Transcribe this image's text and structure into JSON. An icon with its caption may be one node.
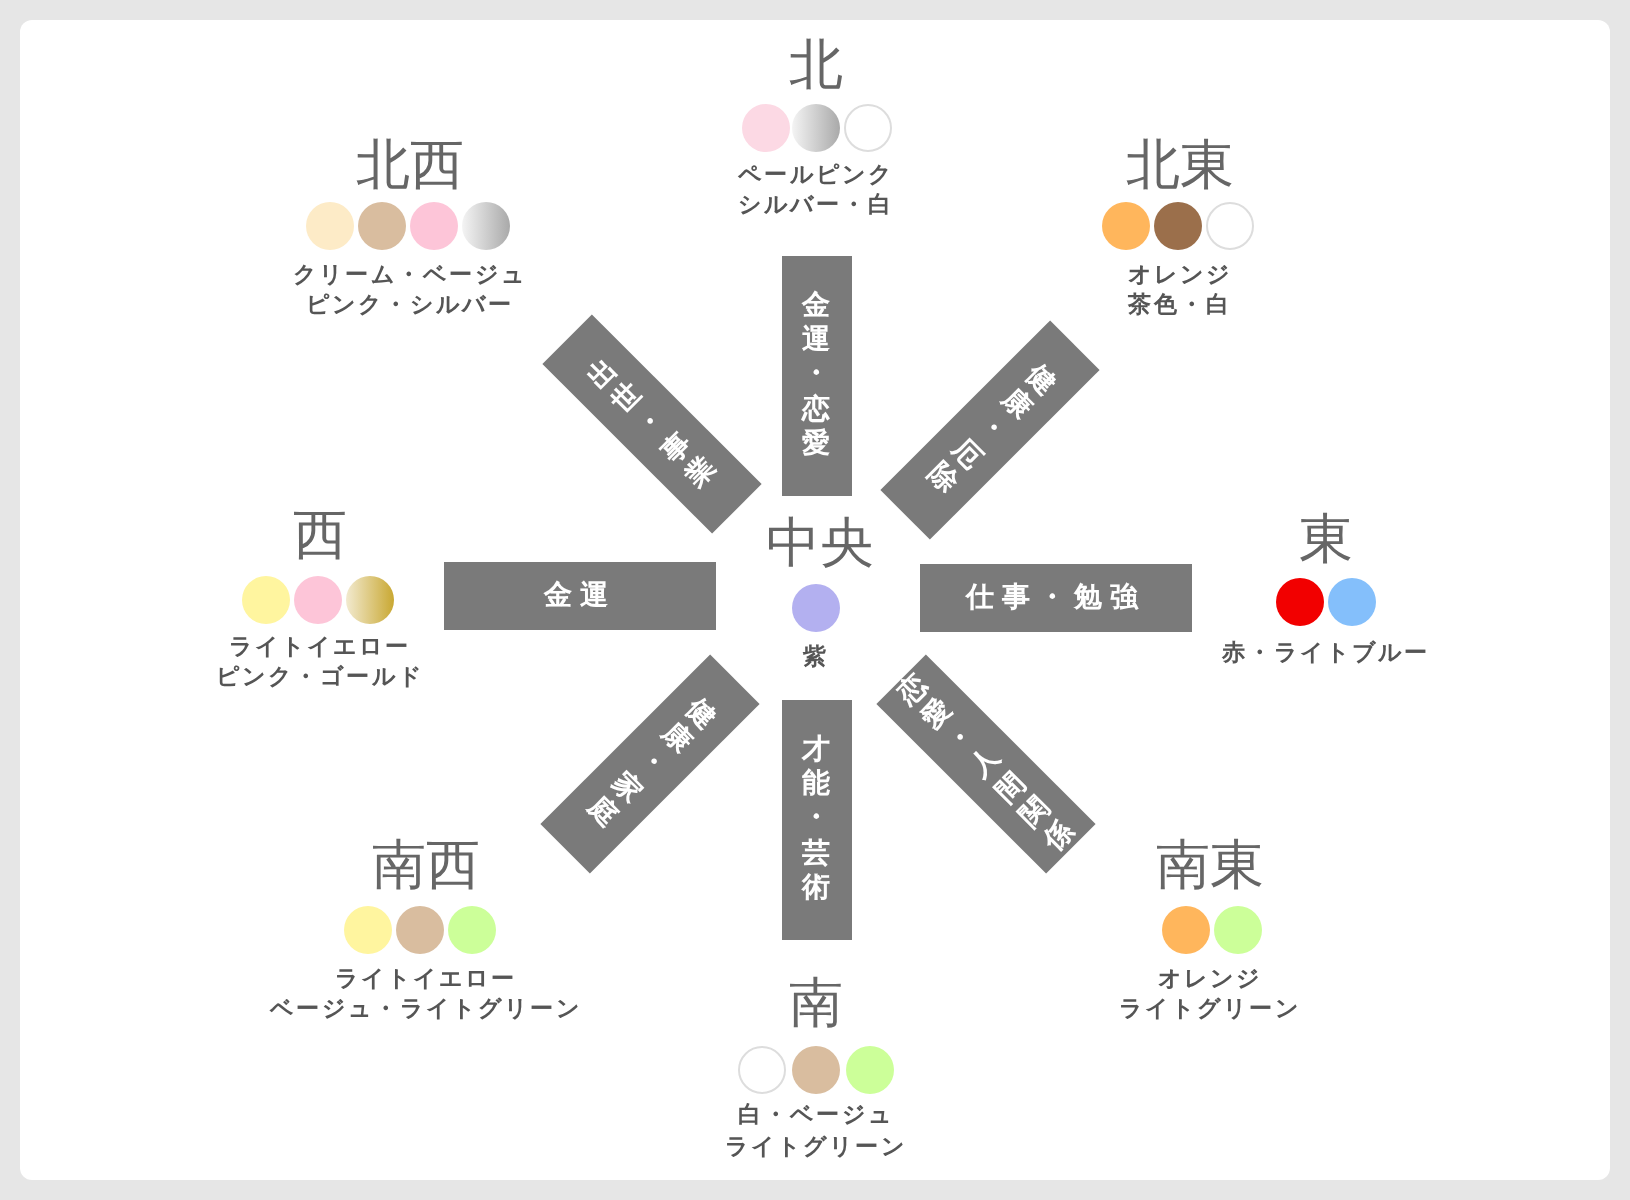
{
  "diagram": {
    "nodes": [
      {
        "text": [
          "金運・恋愛"
        ]
      },
      {
        "text": [
          "出世・事業"
        ]
      },
      {
        "text": [
          "健康・厄除"
        ]
      },
      {
        "text": [
          "金運"
        ]
      },
      {
        "text": [
          "仕事・勉強"
        ]
      },
      {
        "text": [
          "健康・家庭"
        ]
      },
      {
        "text": [
          "才能・芸術"
        ]
      },
      {
        "text": [
          "恋愛・人間関係"
        ]
      }
    ],
    "labels": [
      "北",
      "ペールピンク",
      "シルバー・白",
      "北西",
      "クリーム・ベージュ",
      "ピンク・シルバー",
      "北東",
      "オレンジ",
      "茶色・白",
      "西",
      "ライトイエロー",
      "ピンク・ゴールド",
      "中央",
      "紫",
      "東",
      "赤・ライトブルー",
      "南西",
      "ライトイエロー",
      "ベージュ・ライトグリーン",
      "南東",
      "オレンジ",
      "ライトグリーン",
      "南",
      "白・ベージュ",
      "ライトグリーン"
    ]
  }
}
